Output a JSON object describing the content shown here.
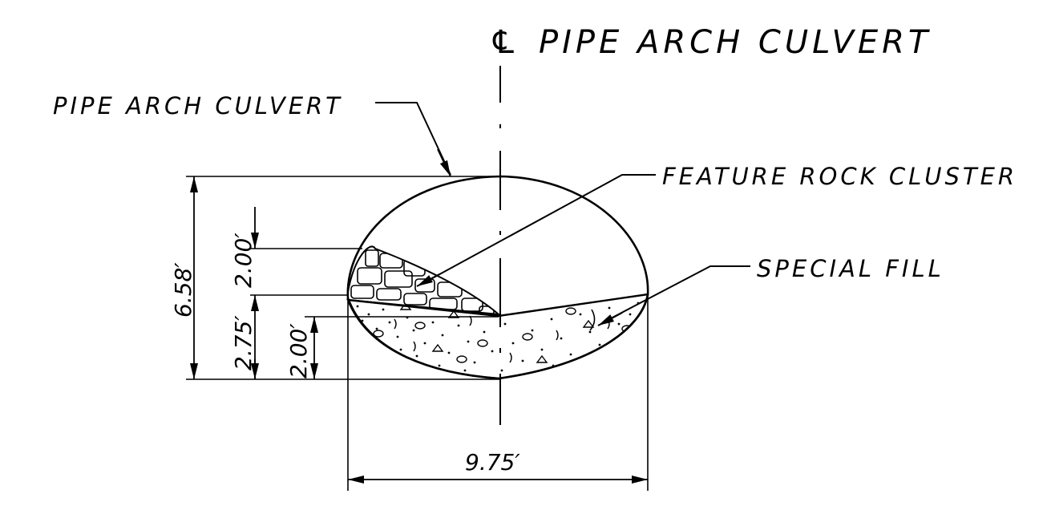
{
  "title": {
    "centerline_symbol": "℄",
    "text": "PIPE ARCH CULVERT"
  },
  "callouts": {
    "pipe_arch_culvert": "PIPE ARCH CULVERT",
    "feature_rock_cluster": "FEATURE ROCK CLUSTER",
    "special_fill": "SPECIAL FILL"
  },
  "dimensions": {
    "total_rise": "6.58′",
    "rock_band_height": "2.00′",
    "rock_top_height": "2.75′",
    "fill_depth": "2.00′",
    "span": "9.75′"
  }
}
